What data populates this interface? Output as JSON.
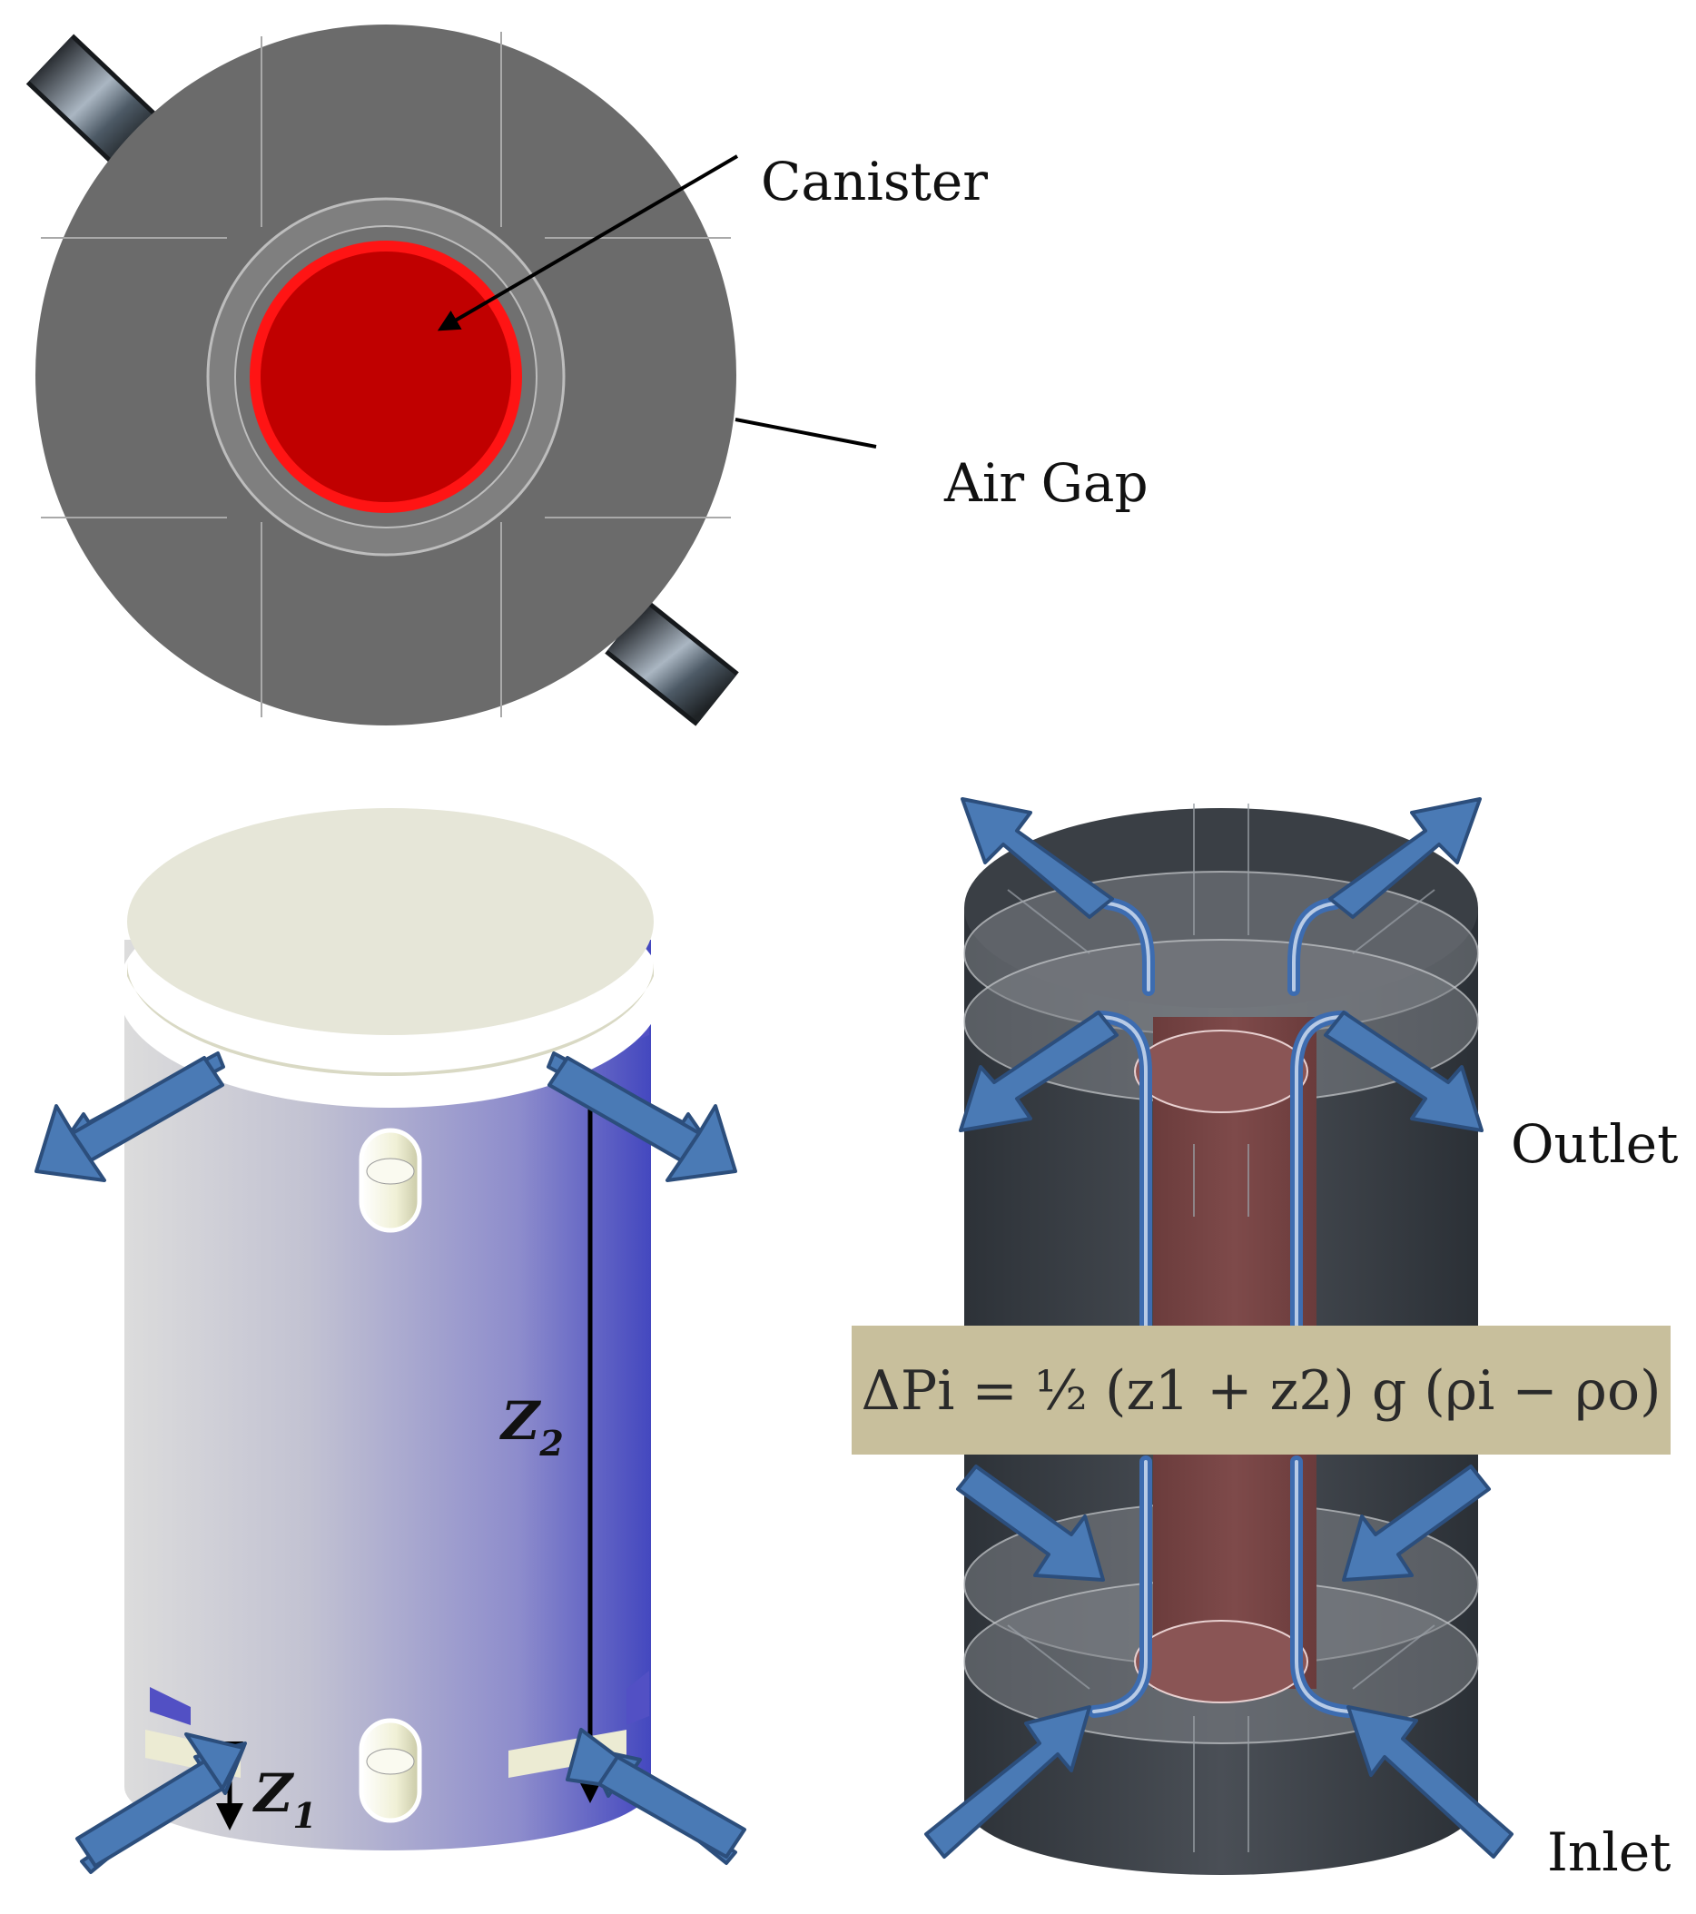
{
  "labels": {
    "canister": "Canister",
    "air_gap": "Air Gap",
    "outlet": "Outlet",
    "inlet": "Inlet",
    "z2": "Z",
    "z2_sub": "2",
    "z1": "Z",
    "z1_sub": "1"
  },
  "equation": {
    "text": "ΔPi = ½ (z1 + z2) g (ρi − ρo)"
  },
  "colors": {
    "canister": "#c00000",
    "canister_rim": "#ff1a1a",
    "overpack": "#6b6b6b",
    "flow_arrow": "#4a7ab5",
    "cask_blue": "#4a4cc0",
    "lid": "#e6e6d8",
    "equation_box": "#c8bf9c"
  }
}
